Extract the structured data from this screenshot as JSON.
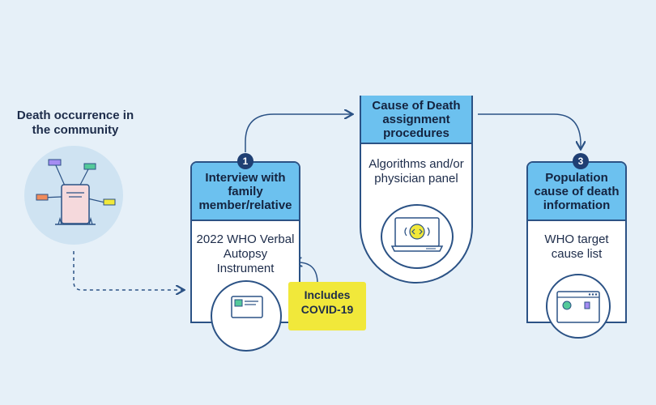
{
  "start": {
    "title": "Death occurrence in the community"
  },
  "steps": [
    {
      "number": "1",
      "title": "Interview with family member/relative",
      "body": "2022 WHO Verbal Autopsy Instrument"
    },
    {
      "title": "Cause of Death assignment procedures",
      "body": "Algorithms and/or physician panel"
    },
    {
      "number": "3",
      "title": "Population cause of death information",
      "body": "WHO target cause list"
    }
  ],
  "callout": {
    "text": "Includes COVID-19"
  },
  "icons": {
    "start": "tombstone-with-notes-icon",
    "step1": "laptop-form-icon",
    "step2": "laptop-code-icon",
    "step3": "browser-charts-icon"
  },
  "colors": {
    "background": "#e6f0f8",
    "header_fill": "#6cc1ef",
    "outline": "#2b5285",
    "badge": "#1f3f73",
    "callout": "#f1e83a"
  }
}
